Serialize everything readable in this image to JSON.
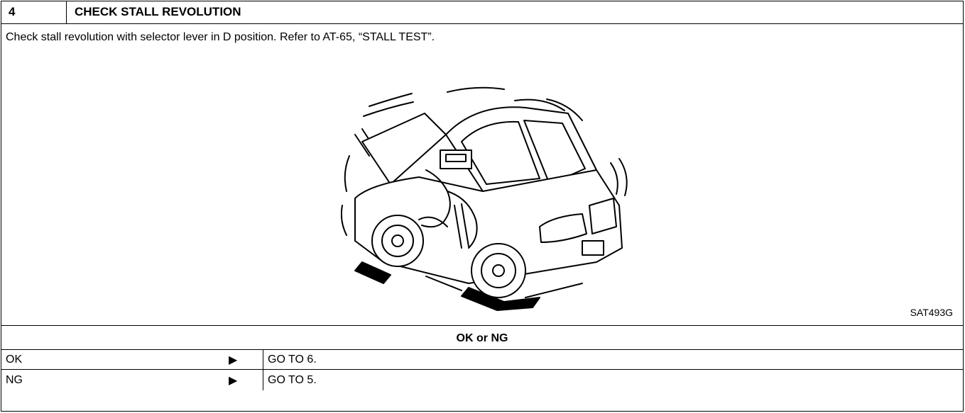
{
  "step": {
    "number": "4",
    "title": "CHECK STALL REVOLUTION"
  },
  "instruction": "Check stall revolution with selector lever in D position. Refer to AT-65, “STALL TEST”.",
  "figure": {
    "code": "SAT493G"
  },
  "check_label": "OK or NG",
  "results": [
    {
      "label": "OK",
      "arrow": "▶",
      "action": "GO TO 6."
    },
    {
      "label": "NG",
      "arrow": "▶",
      "action": "GO TO 5."
    }
  ]
}
